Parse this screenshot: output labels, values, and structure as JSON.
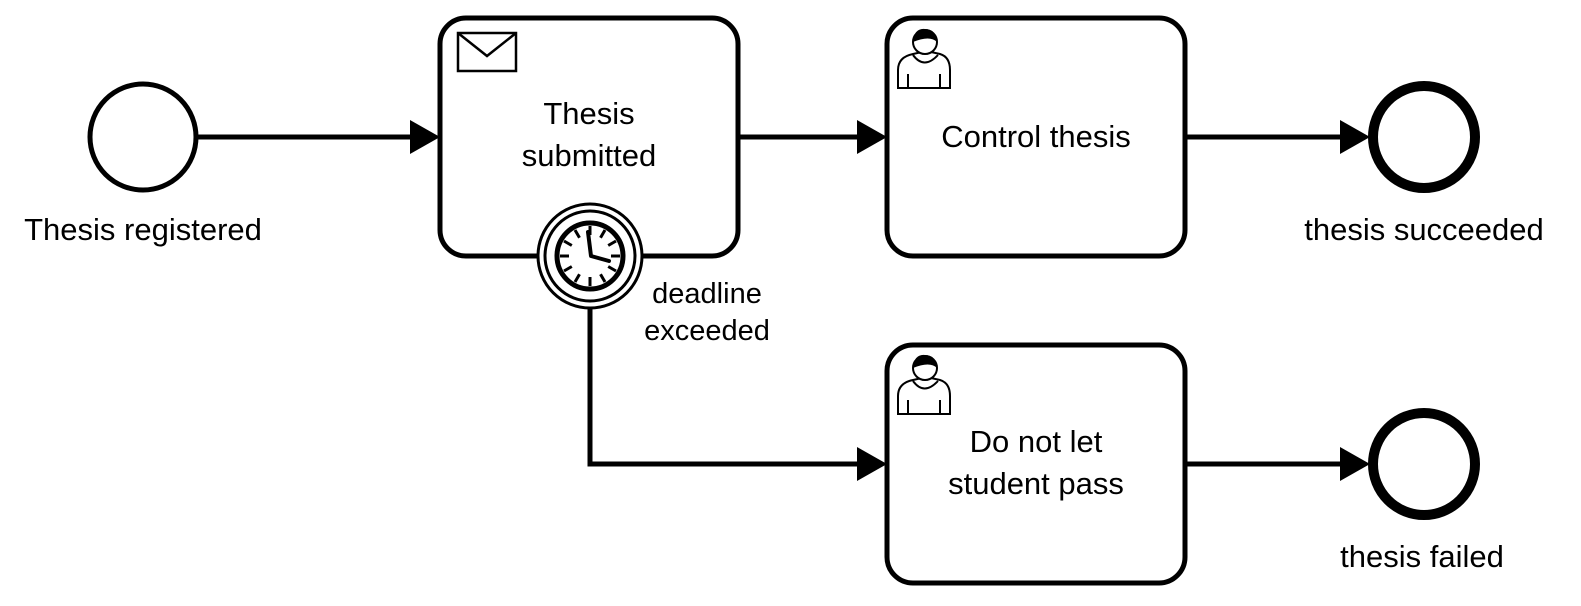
{
  "events": {
    "start": {
      "label": "Thesis registered"
    },
    "end_success": {
      "label": "thesis succeeded"
    },
    "end_fail": {
      "label": "thesis failed"
    },
    "timer_boundary": {
      "label_line1": "deadline",
      "label_line2": "exceeded"
    }
  },
  "tasks": {
    "receive": {
      "type": "receive-task",
      "icon": "envelope-icon",
      "line1": "Thesis",
      "line2": "submitted"
    },
    "control": {
      "type": "user-task",
      "icon": "user-icon",
      "line1": "Control thesis"
    },
    "fail": {
      "type": "user-task",
      "icon": "user-icon",
      "line1": "Do not let",
      "line2": "student pass"
    }
  },
  "colors": {
    "stroke": "#000000",
    "fill": "#ffffff"
  }
}
